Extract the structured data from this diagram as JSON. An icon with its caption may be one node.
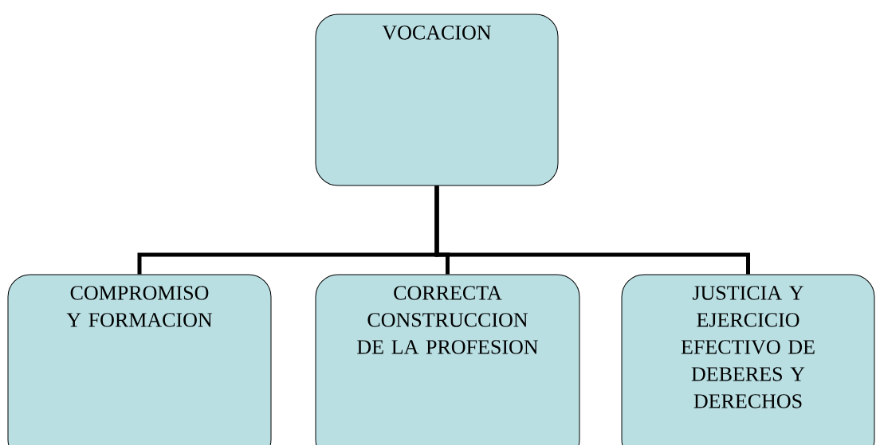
{
  "diagram": {
    "nodes": [
      {
        "text": [
          "VOCACION"
        ]
      },
      {
        "text": [
          "COMPROMISO Y FORMACION"
        ]
      },
      {
        "text": [
          "CORRECTA CONSTRUCCION DE LA PROFESION"
        ]
      },
      {
        "text": [
          "JUSTICIA Y EJERCICIO EFECTIVO DE DEBERES Y DERECHOS"
        ]
      }
    ],
    "edges": [
      {
        "from": 0,
        "to": 1,
        "arrow": "none"
      },
      {
        "from": 0,
        "to": 2,
        "arrow": "none"
      },
      {
        "from": 0,
        "to": 3,
        "arrow": "none"
      }
    ]
  }
}
